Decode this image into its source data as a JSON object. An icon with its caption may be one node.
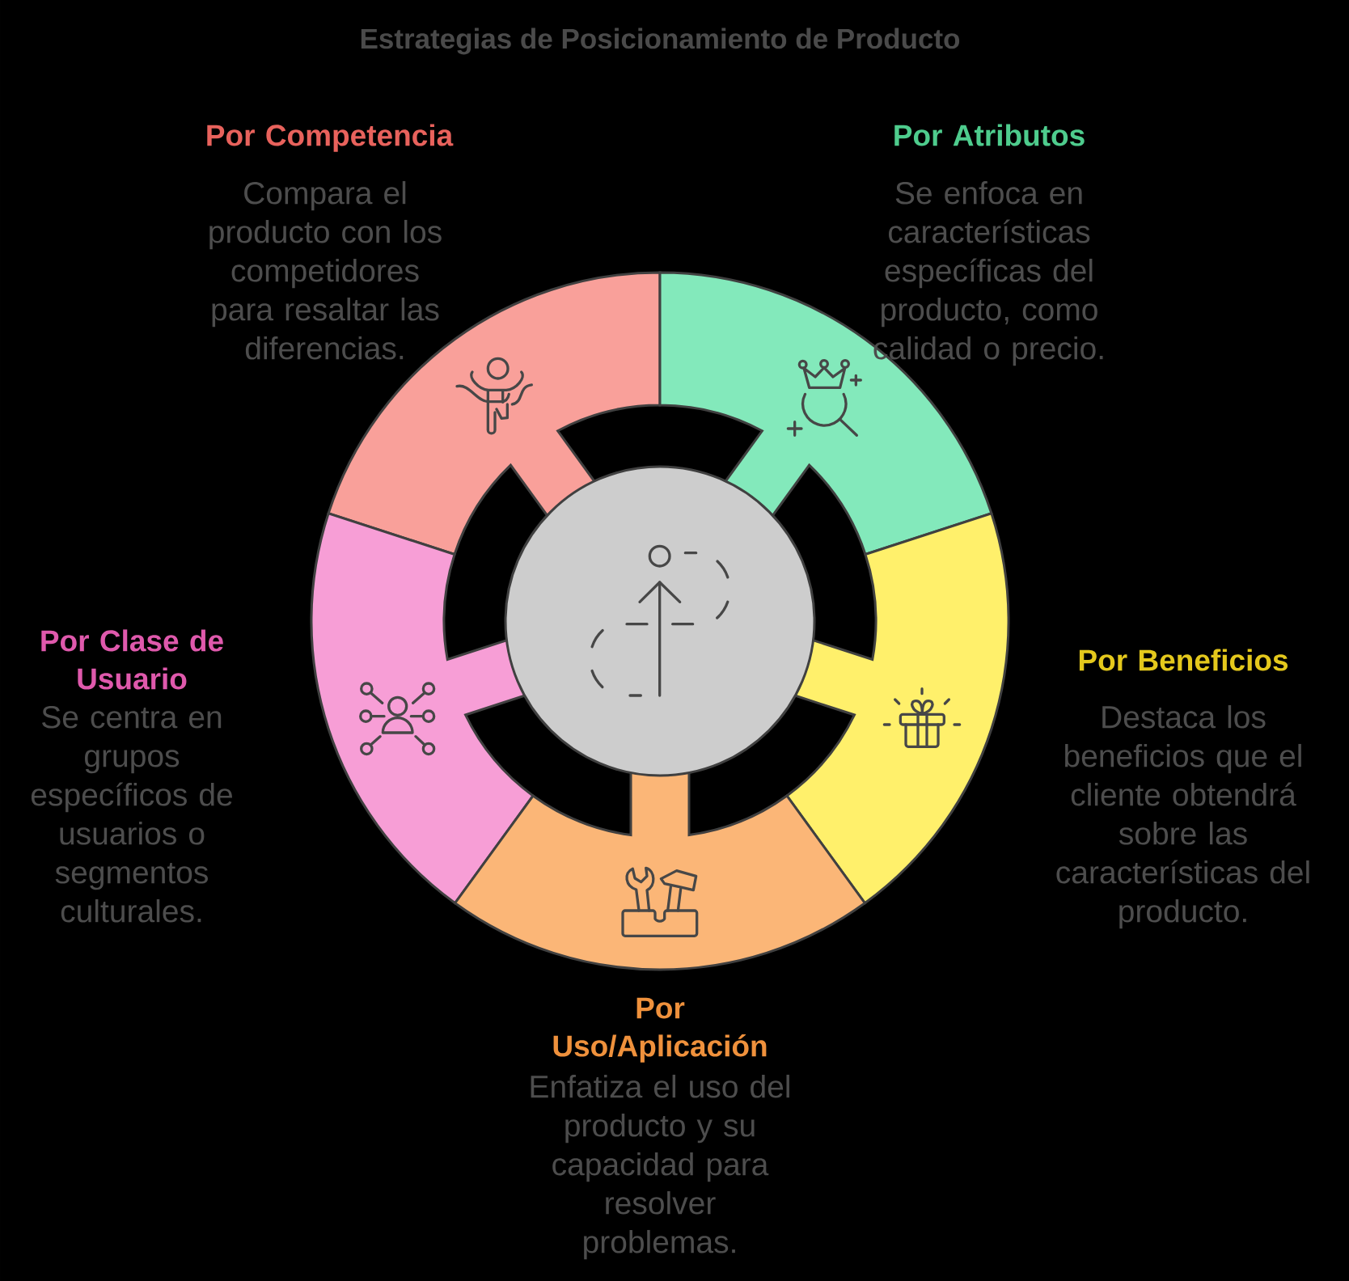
{
  "diagram": {
    "title": "Estrategias de Posicionamiento de Producto",
    "nodes": [
      {
        "text": [
          "Por Competencia",
          "Compara el producto con los competidores para resaltar las diferencias."
        ]
      },
      {
        "text": [
          "Por Atributos",
          "Se enfoca en características específicas del producto, como calidad o precio."
        ]
      },
      {
        "text": [],
        "shape": "circle"
      },
      {
        "text": [
          "Por Clase de Usuario",
          "Se centra en grupos específicos de usuarios o segmentos culturales."
        ]
      },
      {
        "text": [
          "Por Beneficios",
          "Destaca los beneficios que el cliente obtendrá sobre las características del producto."
        ]
      },
      {
        "text": [
          "Por Uso/Aplicación",
          "Enfatiza el uso del producto y su capacidad para resolver problemas."
        ]
      }
    ]
  }
}
